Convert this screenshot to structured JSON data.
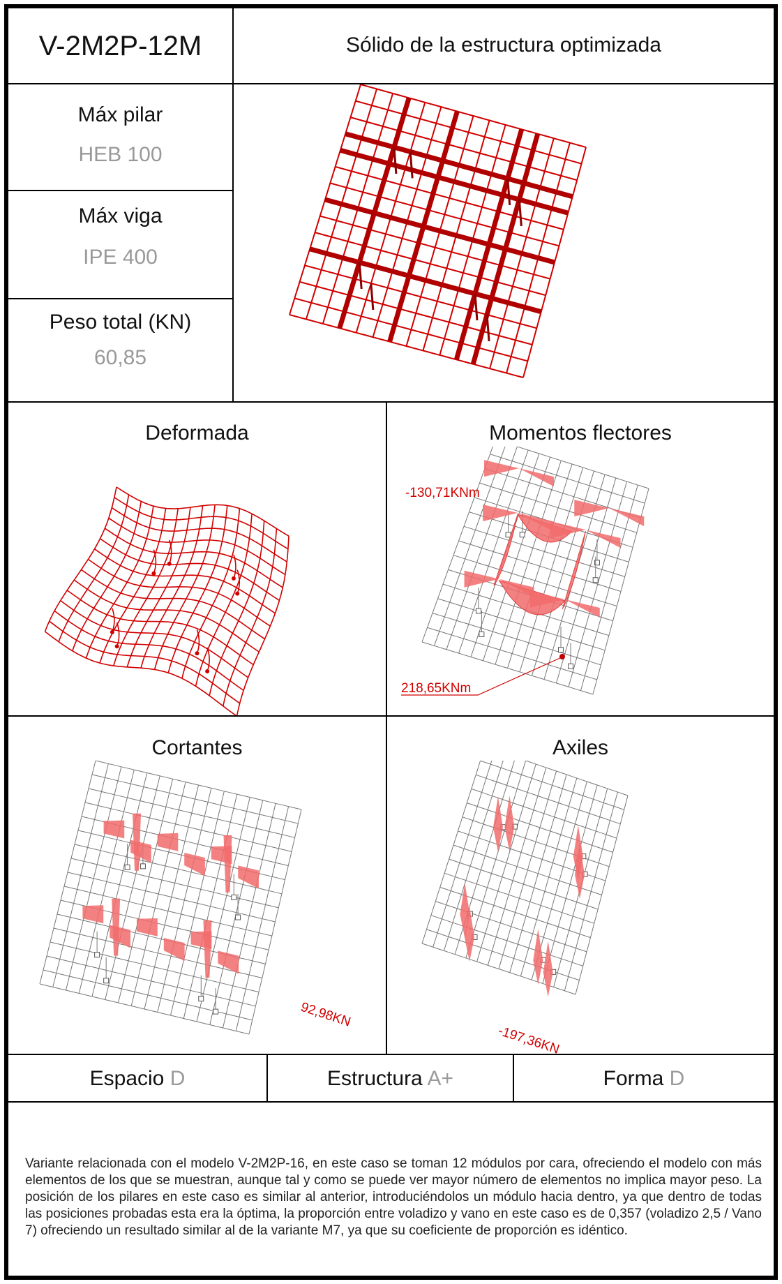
{
  "header": {
    "model_code": "V-2M2P-12M",
    "solid_title": "Sólido de la estructura optimizada"
  },
  "specs": {
    "max_pilar_label": "Máx pilar",
    "max_pilar_value": "HEB 100",
    "max_viga_label": "Máx viga",
    "max_viga_value": "IPE 400",
    "peso_label": "Peso total (KN)",
    "peso_value": "60,85"
  },
  "panels": {
    "deformada_title": "Deformada",
    "momentos_title": "Momentos flectores",
    "momentos_min_label": "-130,71KNm",
    "momentos_max_label": "218,65KNm",
    "cortantes_title": "Cortantes",
    "cortantes_label": "92,98KN",
    "axiles_title": "Axiles",
    "axiles_label": "-197,36KN"
  },
  "ratings": {
    "espacio_label": "Espacio",
    "espacio_grade": "D",
    "estructura_label": "Estructura",
    "estructura_grade": "A+",
    "forma_label": "Forma",
    "forma_grade": "D"
  },
  "description": "Variante relacionada con el modelo V-2M2P-16, en este caso se toman 12 módulos por cara, ofreciendo el modelo con más elementos de los que se muestran, aunque tal y como se puede ver mayor número de elementos no implica mayor peso. La posición de los pilares en este caso es similar al anterior, introduciéndolos un módulo hacia dentro, ya que dentro de todas las posiciones probadas esta era la óptima, la proporción entre voladizo y vano en este caso es de 0,357 (voladizo 2,5 / Vano 7) ofreciendo un resultado similar al de la variante M7, ya que su coeficiente de proporción es idéntico.",
  "colors": {
    "structure_red": "#d00000",
    "diagram_fill": "#f26b6b",
    "grid_gray": "#777777",
    "grade_gray": "#9a9a9a"
  }
}
